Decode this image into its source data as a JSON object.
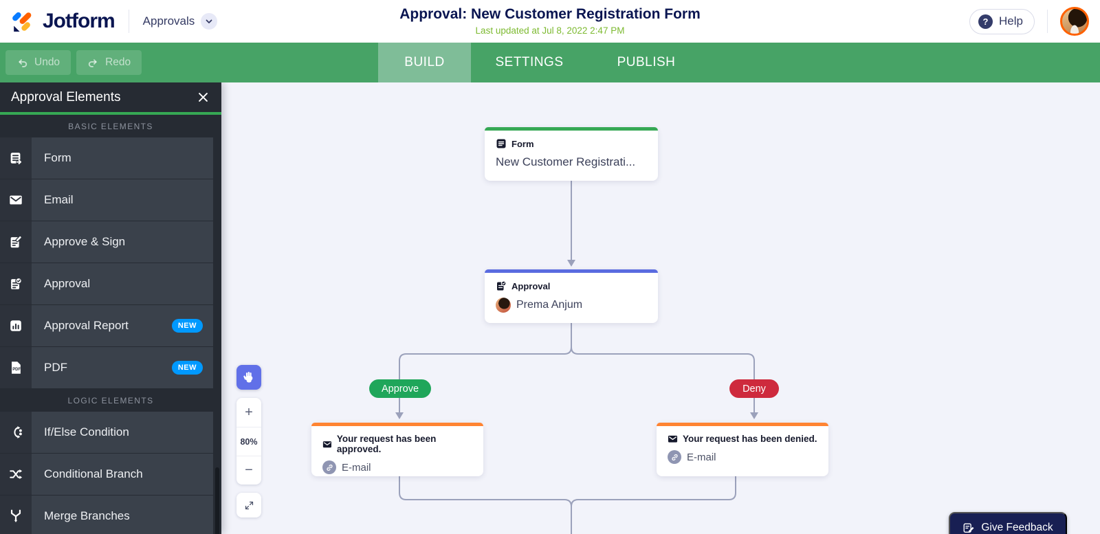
{
  "header": {
    "logo": "Jotform",
    "app_switcher": "Approvals",
    "title": "Approval: New Customer Registration Form",
    "last_updated": "Last updated at Jul 8, 2022 2:47 PM",
    "help": "Help",
    "help_icon_glyph": "?"
  },
  "toolbar": {
    "undo": "Undo",
    "redo": "Redo",
    "tabs": {
      "build": "BUILD",
      "settings": "SETTINGS",
      "publish": "PUBLISH"
    }
  },
  "sidebar": {
    "title": "Approval Elements",
    "basic_label": "BASIC ELEMENTS",
    "logic_label": "LOGIC ELEMENTS",
    "new_badge": "NEW",
    "pdf_icon_text": "PDF",
    "items": {
      "form": "Form",
      "email": "Email",
      "approve_sign": "Approve & Sign",
      "approval": "Approval",
      "approval_report": "Approval Report",
      "pdf": "PDF",
      "if_else": "If/Else Condition",
      "conditional_branch": "Conditional Branch",
      "merge_branches": "Merge Branches"
    }
  },
  "canvas": {
    "form_node": {
      "type": "Form",
      "title": "New Customer Registrati..."
    },
    "approval_node": {
      "type": "Approval",
      "assignee": "Prema Anjum"
    },
    "branches": {
      "approve": "Approve",
      "deny": "Deny"
    },
    "approved_email": {
      "title": "Your request has been approved.",
      "tag": "E-mail"
    },
    "denied_email": {
      "title": "Your request has been denied.",
      "tag": "E-mail"
    },
    "zoom_percent": "80%",
    "zoom_in": "+",
    "zoom_out": "−",
    "feedback": "Give Feedback"
  },
  "colors": {
    "toolbar_green": "#47a366",
    "active_tab_green": "#7fbd98",
    "node_green": "#36a854",
    "node_indigo": "#5a6be0",
    "node_orange": "#ff8432",
    "approve_green": "#1fa65a",
    "deny_red": "#ce2a3d",
    "badge_blue": "#0099ff",
    "navy": "#0a1551",
    "updated_green": "#7dba31",
    "avatar_ring_orange": "#ff6100"
  }
}
